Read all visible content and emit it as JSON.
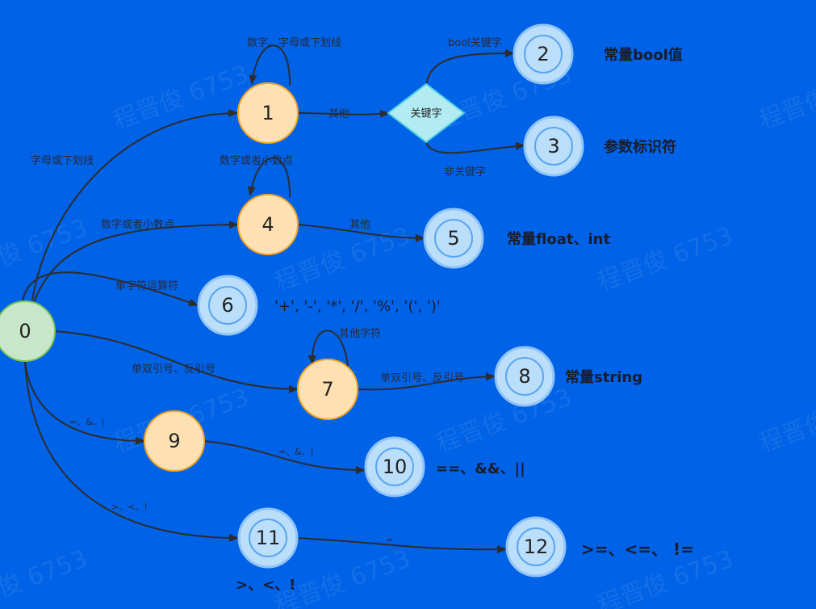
{
  "watermark": "程晋俊 6753",
  "nodes": {
    "n0": "0",
    "n1": "1",
    "n2": "2",
    "n3": "3",
    "n4": "4",
    "n5": "5",
    "n6": "6",
    "n7": "7",
    "n8": "8",
    "n9": "9",
    "n10": "10",
    "n11": "11",
    "n12": "12"
  },
  "decision": "关键字",
  "edges": {
    "e0_1": "字母或下划线",
    "e1_self": "数字、字母或下划线",
    "e1_kw": "其他",
    "e_kw_2": "bool关键字",
    "e_kw_3": "非关键字",
    "e0_4": "数字或者小数点",
    "e4_self": "数字或者小数点",
    "e4_5": "其他",
    "e0_6": "单字符运算符",
    "e0_7": "单双引号、反引号",
    "e7_self": "其他字符",
    "e7_8": "单双引号、反引号",
    "e0_9": "=、&、|",
    "e9_10": "=、&、|",
    "e0_11": ">、<、!",
    "e11_12": "="
  },
  "annotations": {
    "a2": "常量bool值",
    "a3": "参数标识符",
    "a5": "常量float、int",
    "a6": "'+', '-', '*', '/', '%', '(', ')'",
    "a8": "常量string",
    "a10": "==、&&、||",
    "a11": ">、<、!",
    "a12": ">=、<=、 !="
  }
}
